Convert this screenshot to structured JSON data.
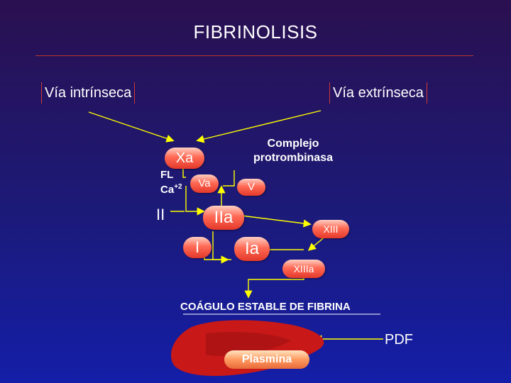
{
  "title": "FIBRINOLISIS",
  "intrinsic_label": "Vía intrínseca",
  "extrinsic_label": "Vía extrínseca",
  "prothrombinase_line1": "Complejo",
  "prothrombinase_line2": "protrombinasa",
  "factors": {
    "xa": "Xa",
    "fl": "FL",
    "ca": "Ca",
    "ca_sup": "+2",
    "va": "Va",
    "v": "V",
    "ii": "II",
    "iia": "IIa",
    "i": "I",
    "ia": "Ia",
    "xiii": "XIII",
    "xiiia": "XIIIa"
  },
  "clot_label": "COÁGULO ESTABLE DE FIBRINA",
  "pdf_label": "PDF",
  "plasmin_label": "Plasmina",
  "colors": {
    "arrow": "#ffff00",
    "rule": "#b8332a",
    "clot": "#c81818"
  }
}
